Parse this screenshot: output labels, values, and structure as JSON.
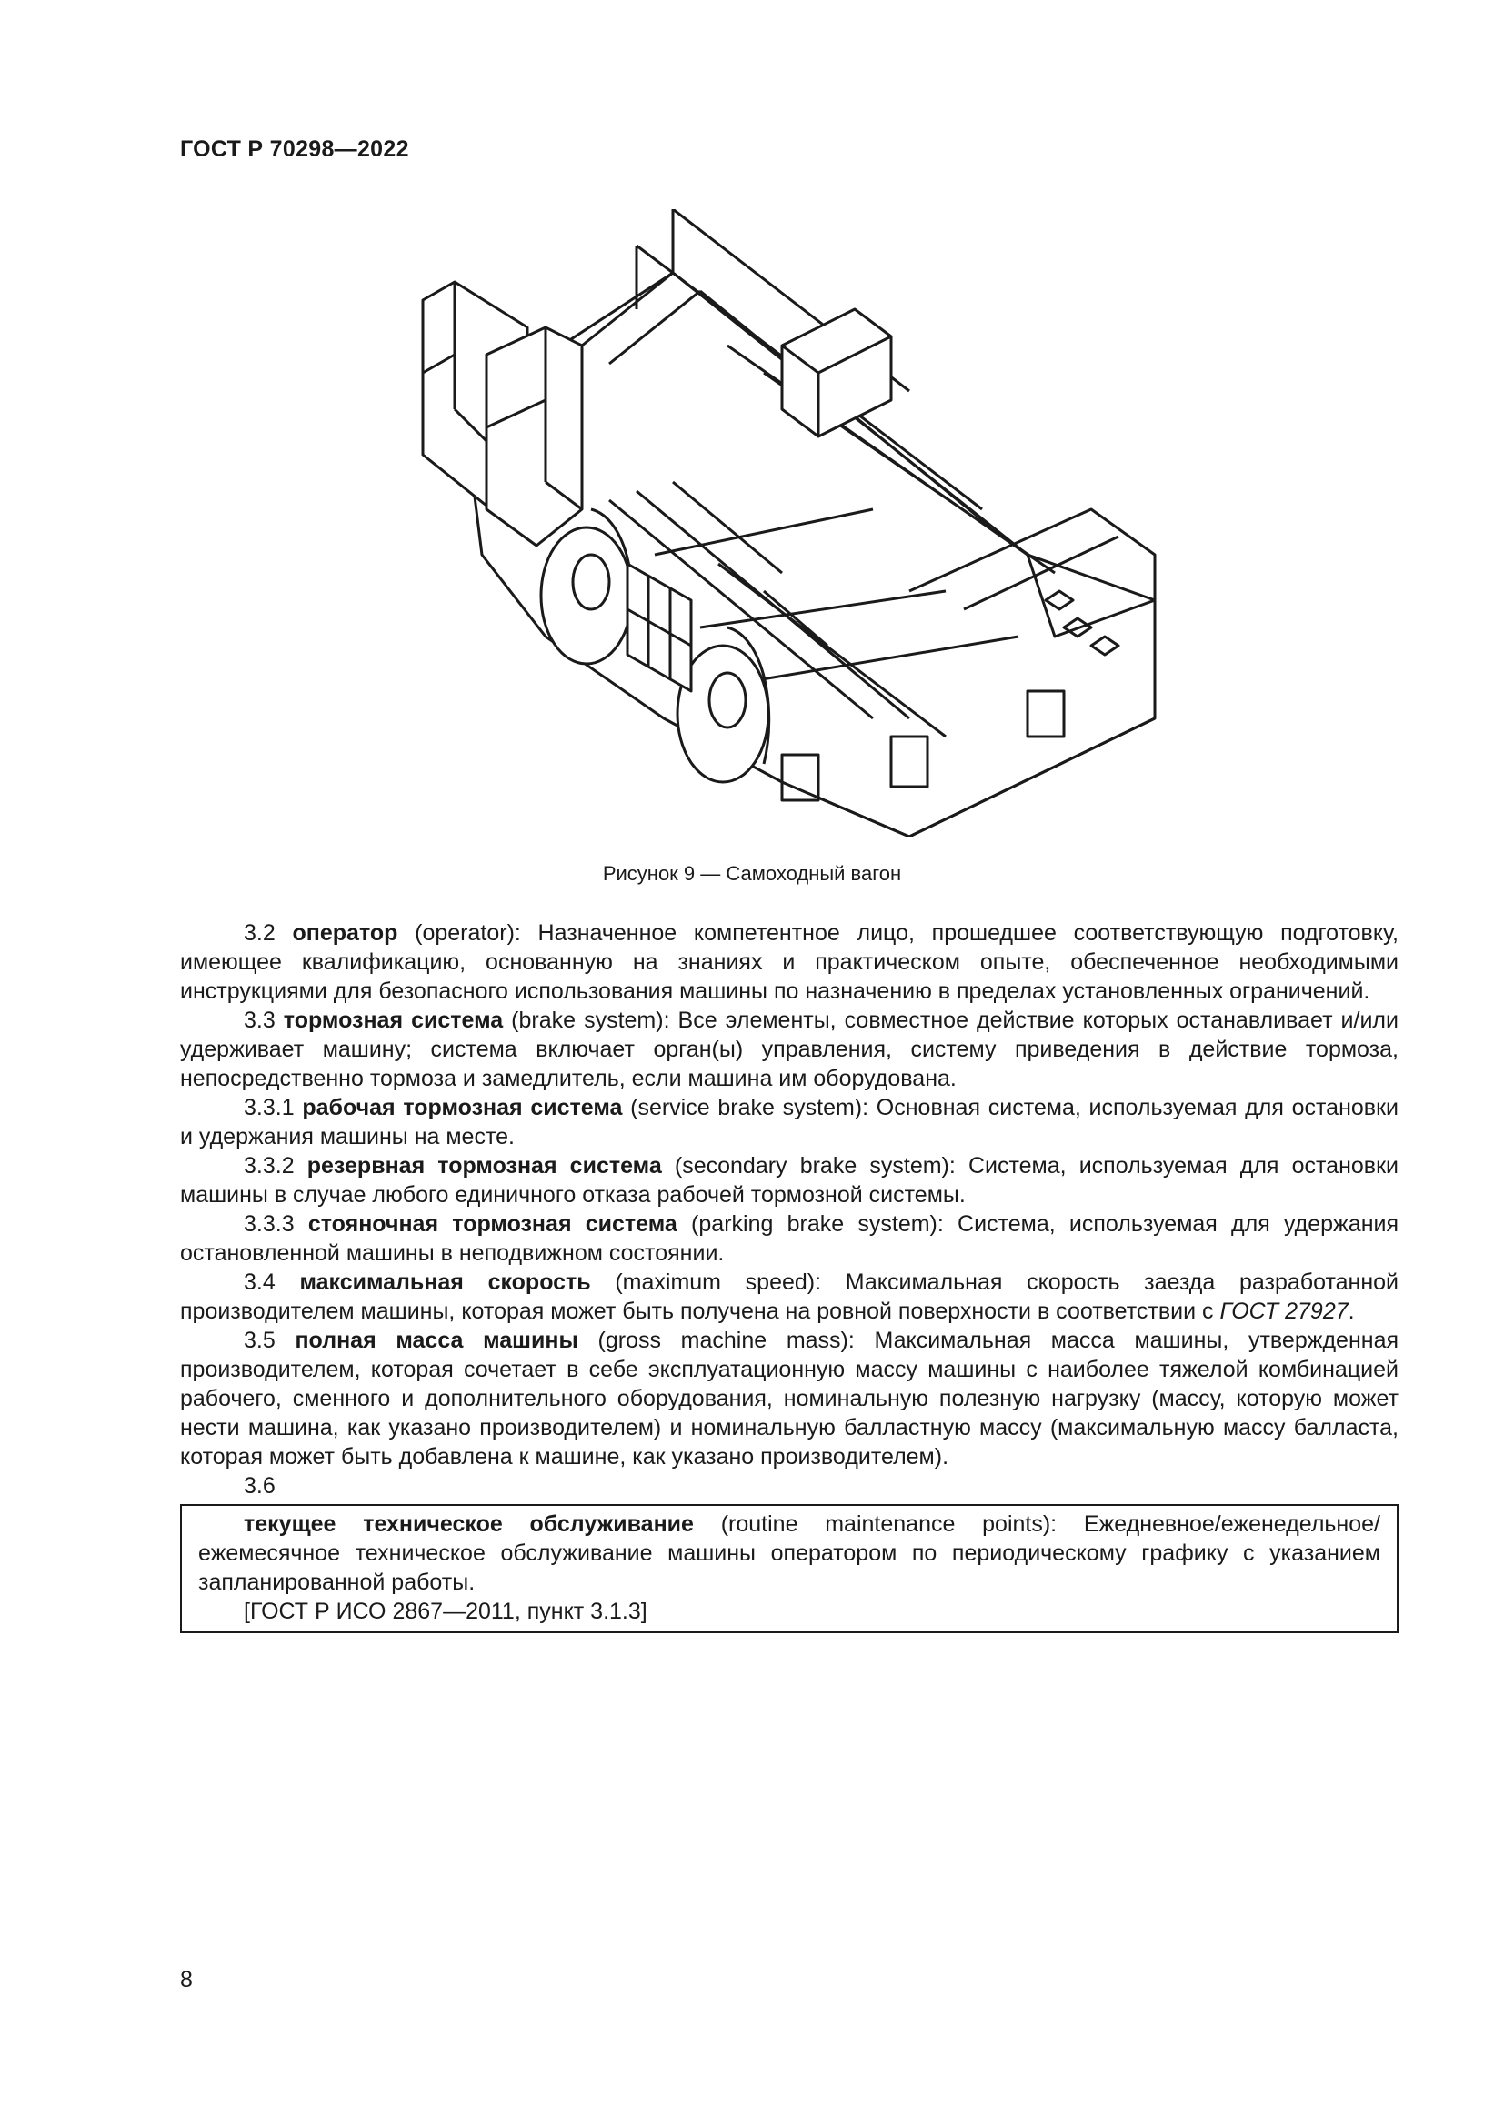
{
  "header": {
    "standard_id": "ГОСТ Р 70298—2022"
  },
  "figure": {
    "icon": "self-propelled-wagon-drawing",
    "caption": "Рисунок 9 — Самоходный вагон"
  },
  "paragraphs": [
    {
      "num": "3.2",
      "term": "оператор",
      "rest": " (operator): Назначенное компетентное лицо, прошедшее соответствующую подготовку, имеющее квалификацию, основанную на знаниях и практическом опыте, обеспеченное необходимыми инструкциями для безопасного использования машины по назначению в пределах установленных ограничений."
    },
    {
      "num": "3.3",
      "term": "тормозная система",
      "rest": " (brake system): Все элементы, совместное действие которых останавливает и/или удерживает машину; система включает орган(ы) управления, систему приведения в действие тормоза, непосредственно тормоза и замедлитель, если машина им оборудована."
    },
    {
      "num": "3.3.1",
      "term": "рабочая тормозная система",
      "rest": " (service brake system): Основная система, используемая для остановки и удержания машины на месте."
    },
    {
      "num": "3.3.2",
      "term": "резервная тормозная система",
      "rest": " (secondary brake system): Система, используемая для остановки машины в случае любого единичного отказа рабочей тормозной системы."
    },
    {
      "num": "3.3.3",
      "term": "стояночная тормозная система",
      "rest": " (parking brake system): Система, используемая для удержания остановленной машины в неподвижном состоянии."
    },
    {
      "num": "3.4",
      "term": "максимальная скорость",
      "rest": " (maximum speed): Максимальная скорость заезда разработанной производителем машины, которая может быть получена на ровной поверхности в соответствии с ",
      "ref": "ГОСТ 27927",
      "tail": "."
    },
    {
      "num": "3.5",
      "term": "полная масса машины",
      "rest": " (gross machine mass): Максимальная масса машины, утвержденная производителем, которая сочетает в себе эксплуатационную массу машины с наиболее тяжелой комбинацией рабочего, сменного и дополнительного оборудования, номинальную полезную нагрузку (массу, которую может нести машина, как указано производителем) и номинальную балластную массу (максимальную массу балласта, которая может быть добавлена к машине, как указано производителем)."
    }
  ],
  "section_3_6": {
    "num": "3.6",
    "term": "текущее техническое обслуживание",
    "rest": " (routine maintenance points): Ежедневное/еженедельное/ежемесячное техническое обслуживание машины оператором по периодическому графику с указанием запланированной работы.",
    "source": "[ГОСТ Р ИСО 2867—2011, пункт 3.1.3]"
  },
  "page_number": "8"
}
